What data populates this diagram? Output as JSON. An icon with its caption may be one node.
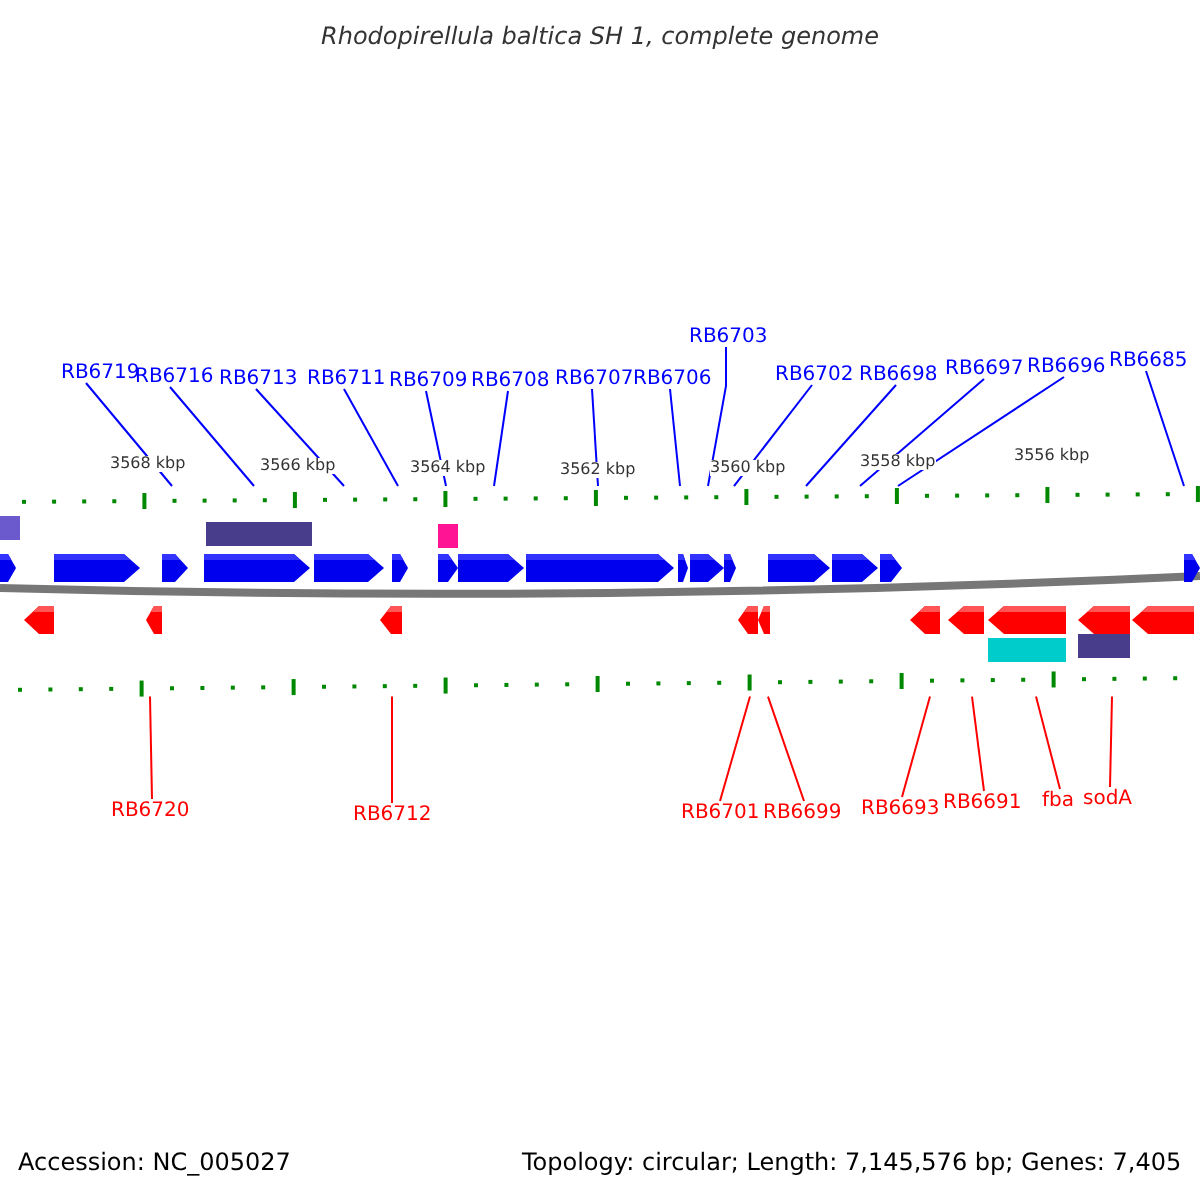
{
  "diagram": {
    "title": "Rhodopirellula baltica SH 1, complete genome",
    "nodes": [
      {
        "text": [
          "RB6719"
        ]
      },
      {
        "text": [
          "RB6716"
        ]
      },
      {
        "text": [
          "RB6713"
        ]
      },
      {
        "text": [
          "RB6711"
        ]
      },
      {
        "text": [
          "RB6709"
        ]
      },
      {
        "text": [
          "RB6708"
        ]
      },
      {
        "text": [
          "RB6707"
        ]
      },
      {
        "text": [
          "RB6706"
        ]
      },
      {
        "text": [
          "RB6703"
        ]
      },
      {
        "text": [
          "RB6702"
        ]
      },
      {
        "text": [
          "RB6698"
        ]
      },
      {
        "text": [
          "RB6697"
        ]
      },
      {
        "text": [
          "RB6696"
        ]
      },
      {
        "text": [
          "RB6685"
        ]
      },
      {
        "text": [
          "RB6720"
        ]
      },
      {
        "text": [
          "RB6712"
        ]
      },
      {
        "text": [
          "RB6701"
        ]
      },
      {
        "text": [
          "RB6699"
        ]
      },
      {
        "text": [
          "RB6693"
        ]
      },
      {
        "text": [
          "RB6691"
        ]
      },
      {
        "text": [
          "fba"
        ]
      },
      {
        "text": [
          "sodA"
        ]
      },
      {
        "text": [],
        "shape": "bar"
      },
      {
        "text": [],
        "shape": "bar"
      }
    ],
    "edges": [
      {
        "from": 0,
        "to": 22,
        "arrow": "none"
      },
      {
        "from": 1,
        "to": 22,
        "arrow": "none"
      },
      {
        "from": 2,
        "to": 22,
        "arrow": "none"
      },
      {
        "from": 3,
        "to": 22,
        "arrow": "none"
      },
      {
        "from": 4,
        "to": 22,
        "arrow": "none"
      },
      {
        "from": 5,
        "to": 22,
        "arrow": "none"
      },
      {
        "from": 6,
        "to": 22,
        "arrow": "none"
      },
      {
        "from": 7,
        "to": 22,
        "arrow": "none"
      },
      {
        "from": 8,
        "to": 22,
        "arrow": "none"
      },
      {
        "from": 9,
        "to": 22,
        "arrow": "none"
      },
      {
        "from": 10,
        "to": 22,
        "arrow": "none"
      },
      {
        "from": 11,
        "to": 22,
        "arrow": "none"
      },
      {
        "from": 12,
        "to": 22,
        "arrow": "none"
      },
      {
        "from": 13,
        "to": 22,
        "arrow": "none"
      },
      {
        "from": 14,
        "to": 23,
        "arrow": "none",
        "color": "#ff0000"
      },
      {
        "from": 15,
        "to": 23,
        "arrow": "none",
        "color": "#ff0000"
      },
      {
        "from": 16,
        "to": 23,
        "arrow": "none",
        "color": "#ff0000"
      },
      {
        "from": 17,
        "to": 23,
        "arrow": "none",
        "color": "#ff0000"
      },
      {
        "from": 18,
        "to": 23,
        "arrow": "none",
        "color": "#ff0000"
      },
      {
        "from": 19,
        "to": 23,
        "arrow": "none",
        "color": "#ff0000"
      },
      {
        "from": 20,
        "to": 23,
        "arrow": "none",
        "color": "#ff0000"
      },
      {
        "from": 21,
        "to": 23,
        "arrow": "none",
        "color": "#ff0000"
      }
    ],
    "labels": [
      "3568 kbp",
      "3566 kbp",
      "3564 kbp",
      "3562 kbp",
      "3560 kbp",
      "3558 kbp",
      "3556 kbp",
      "Accession: NC_005027",
      "Topology: circular; Length: 7,145,576 bp; Genes: 7,405"
    ]
  }
}
